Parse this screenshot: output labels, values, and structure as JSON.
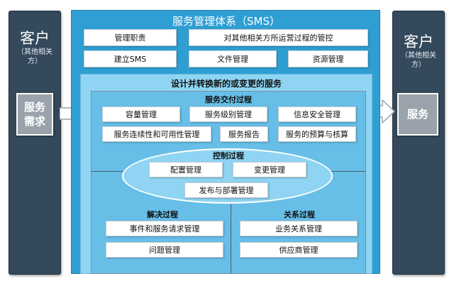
{
  "customer_left": {
    "title": "客户",
    "subtitle_line1": "（其他相关",
    "subtitle_line2": "方）",
    "box_line1": "服务",
    "box_line2": "需求"
  },
  "customer_right": {
    "title": "客户",
    "subtitle_line1": "（其他相关",
    "subtitle_line2": "方）",
    "box": "服务"
  },
  "sms": {
    "title": "服务管理体系（SMS）",
    "top_row1": [
      "管理职责",
      "对其他相关方所运营过程的管控"
    ],
    "top_row2": [
      "建立SMS",
      "文件管理",
      "资源管理"
    ]
  },
  "design": {
    "title": "设计并转换新的或变更的服务"
  },
  "delivery": {
    "title": "服务交付过程",
    "row1": [
      "容量管理",
      "服务级别管理",
      "信息安全管理"
    ],
    "row2": [
      "服务连续性和可用性管理",
      "服务报告",
      "服务的预算与核算"
    ]
  },
  "control": {
    "title": "控制过程",
    "items": [
      "配置管理",
      "变更管理",
      "发布与部署管理"
    ]
  },
  "resolution": {
    "title": "解决过程",
    "items": [
      "事件和服务请求管理",
      "问题管理"
    ]
  },
  "relationship": {
    "title": "关系过程",
    "items": [
      "业务关系管理",
      "供应商管理"
    ]
  },
  "colors": {
    "side_panel": "#34495b",
    "sms_blue": "#2f9fd3",
    "light_blue": "#8fd5f3",
    "mid_blue": "#67bfe8"
  }
}
